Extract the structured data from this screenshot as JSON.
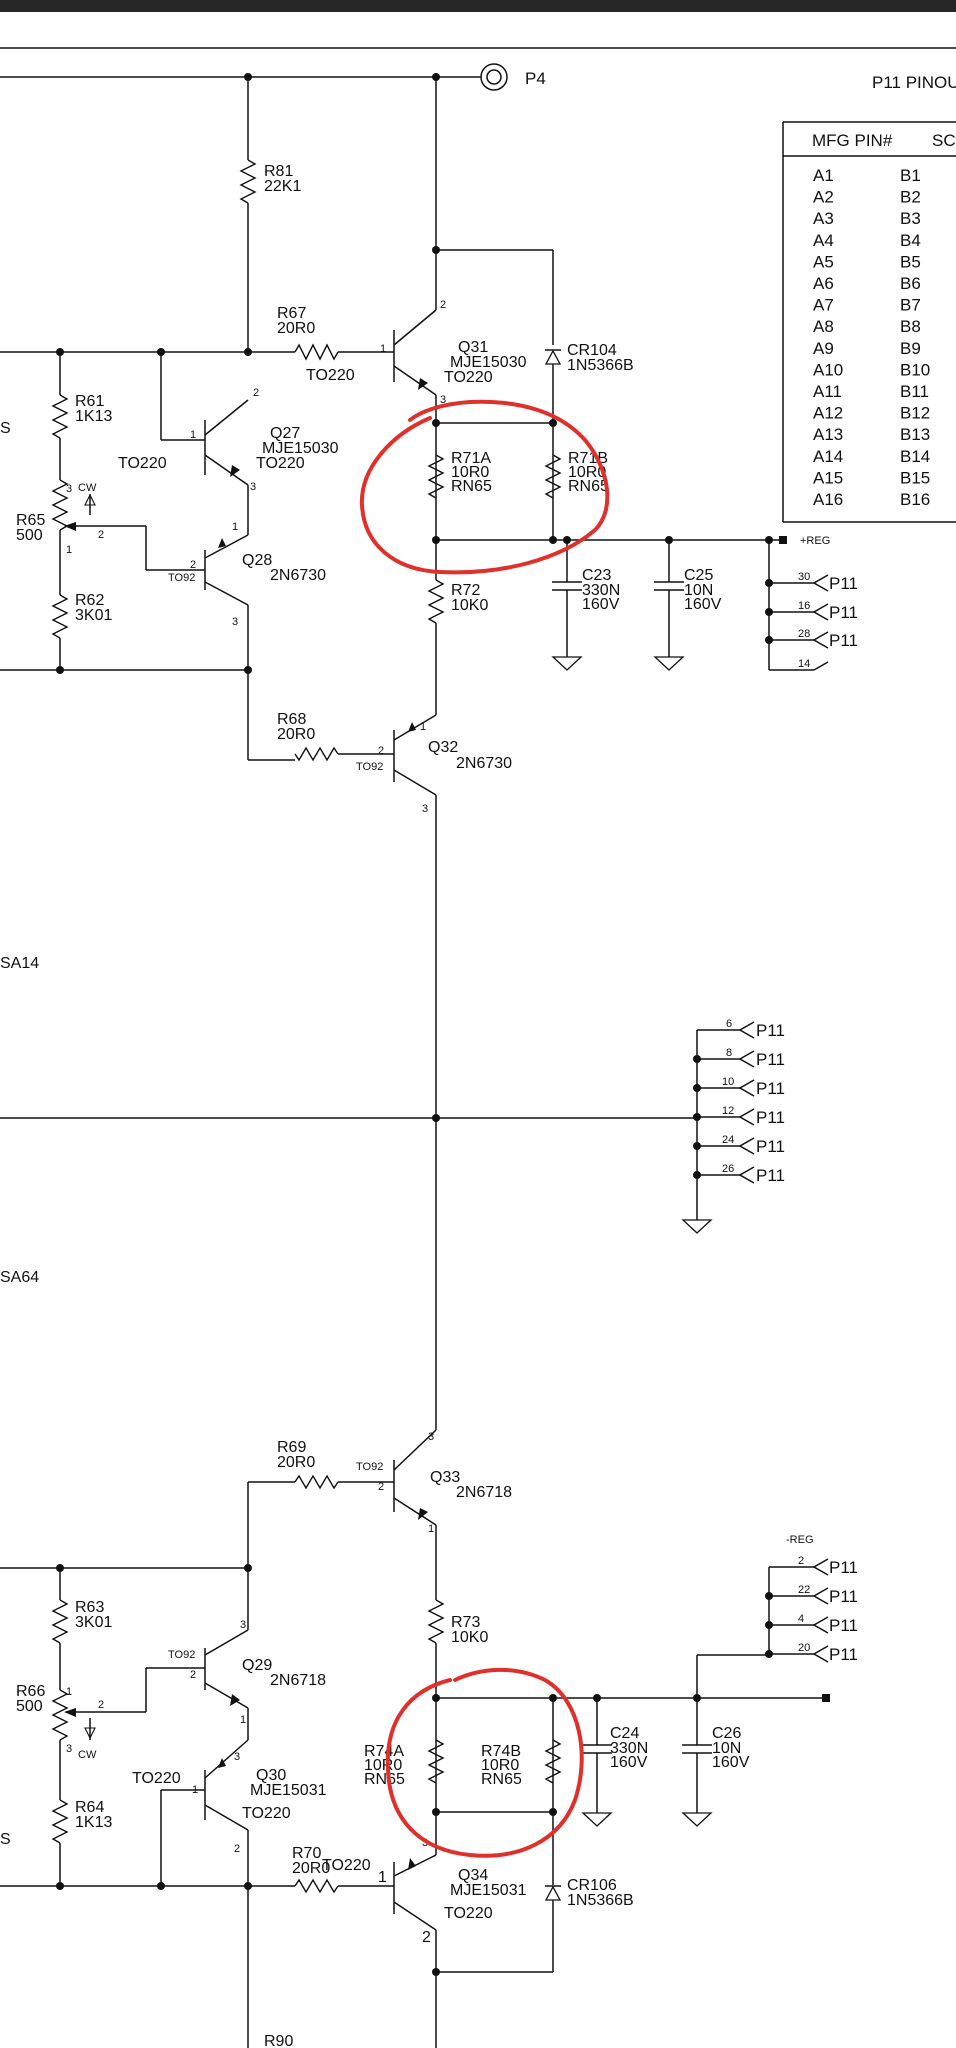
{
  "connectors": {
    "p4": "P4",
    "reg_pos": "+REG",
    "reg_neg": "-REG",
    "p11": "P11",
    "sa14": "SA14",
    "sa64": "SA64"
  },
  "pinout": {
    "title": "P11 PINOU",
    "col1": "MFG PIN#",
    "col2": "SC",
    "rows": [
      [
        "A1",
        "B1"
      ],
      [
        "A2",
        "B2"
      ],
      [
        "A3",
        "B3"
      ],
      [
        "A4",
        "B4"
      ],
      [
        "A5",
        "B5"
      ],
      [
        "A6",
        "B6"
      ],
      [
        "A7",
        "B7"
      ],
      [
        "A8",
        "B8"
      ],
      [
        "A9",
        "B9"
      ],
      [
        "A10",
        "B10"
      ],
      [
        "A11",
        "B11"
      ],
      [
        "A12",
        "B12"
      ],
      [
        "A13",
        "B13"
      ],
      [
        "A14",
        "B14"
      ],
      [
        "A15",
        "B15"
      ],
      [
        "A16",
        "B16"
      ]
    ]
  },
  "pins_upper": [
    "30",
    "16",
    "28",
    "14"
  ],
  "pins_mid": [
    "6",
    "8",
    "10",
    "12",
    "24",
    "26"
  ],
  "pins_lower": [
    "2",
    "22",
    "4",
    "20"
  ],
  "parts": {
    "r81": [
      "R81",
      "22K1"
    ],
    "r67": [
      "R67",
      "20R0"
    ],
    "q31": [
      "Q31",
      "MJE15030",
      "TO220"
    ],
    "cr104": [
      "CR104",
      "1N5366B"
    ],
    "r61": [
      "R61",
      "1K13"
    ],
    "q27": [
      "Q27",
      "MJE15030",
      "TO220"
    ],
    "to220_q27": "TO220",
    "r65": [
      "R65",
      "500"
    ],
    "cw": "CW",
    "q28": [
      "Q28",
      "2N6730"
    ],
    "to92": "TO92",
    "r62": [
      "R62",
      "3K01"
    ],
    "r71a": [
      "R71A",
      "10R0",
      "RN65"
    ],
    "r71b": [
      "R71B",
      "10R0",
      "RN65"
    ],
    "r72": [
      "R72",
      "10K0"
    ],
    "c23": [
      "C23",
      "330N",
      "160V"
    ],
    "c25": [
      "C25",
      "10N",
      "160V"
    ],
    "r68": [
      "R68",
      "20R0"
    ],
    "q32": [
      "Q32",
      "2N6730"
    ],
    "r69": [
      "R69",
      "20R0"
    ],
    "q33": [
      "Q33",
      "2N6718"
    ],
    "r63": [
      "R63",
      "3K01"
    ],
    "r73": [
      "R73",
      "10K0"
    ],
    "r66": [
      "R66",
      "500"
    ],
    "q29": [
      "Q29",
      "2N6718"
    ],
    "r74a": [
      "R74A",
      "10R0",
      "RN65"
    ],
    "r74b": [
      "R74B",
      "10R0",
      "RN65"
    ],
    "c24": [
      "C24",
      "330N",
      "160V"
    ],
    "c26": [
      "C26",
      "10N",
      "160V"
    ],
    "q30": [
      "Q30",
      "MJE15031",
      "TO220"
    ],
    "to220_q30": "TO220",
    "r64": [
      "R64",
      "1K13"
    ],
    "r70": [
      "R70",
      "20R0"
    ],
    "to220_r70": "TO220",
    "q34": [
      "Q34",
      "MJE15031",
      "TO220"
    ],
    "cr106": [
      "CR106",
      "1N5366B"
    ],
    "r90": "R90",
    "stray_s1": "S",
    "stray_s2": "S",
    "to220_q31": "TO220"
  },
  "pin_numbers": {
    "q31": [
      "1",
      "2",
      "3"
    ],
    "q27": [
      "1",
      "2",
      "3"
    ],
    "q28": [
      "1",
      "2",
      "3"
    ],
    "q32": [
      "1",
      "2",
      "3"
    ],
    "q33": [
      "3",
      "2",
      "1"
    ],
    "q29": [
      "3",
      "2",
      "1"
    ],
    "q30": [
      "3",
      "1",
      "2"
    ],
    "q34": [
      "3",
      "1",
      "2"
    ],
    "r65": [
      "3",
      "2",
      "1"
    ],
    "r66": [
      "1",
      "2",
      "3"
    ]
  },
  "colors": {
    "ink": "#111111",
    "annotation": "#e0302b",
    "topbar": "#262626"
  }
}
